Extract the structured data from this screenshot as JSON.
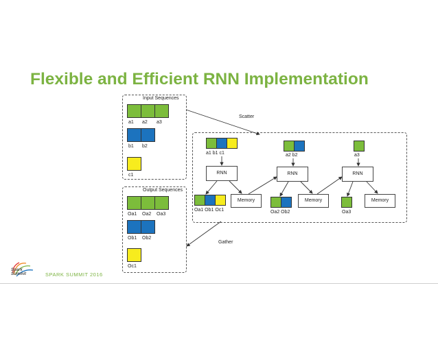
{
  "title": "Flexible and Efficient RNN Implementation",
  "input_panel": {
    "label": "Input Sequences",
    "seq_a": [
      "a1",
      "a2",
      "a3"
    ],
    "seq_b": [
      "b1",
      "b2"
    ],
    "seq_c": [
      "c1"
    ]
  },
  "output_panel": {
    "label": "Output Sequences",
    "seq_a": [
      "Oa1",
      "Oa2",
      "Oa3"
    ],
    "seq_b": [
      "Ob1",
      "Ob2"
    ],
    "seq_c": [
      "Oc1"
    ]
  },
  "scatter_label": "Scatter",
  "gather_label": "Gather",
  "steps": [
    {
      "inputs": "a1  b1  c1",
      "rnn": "RNN",
      "outputs": "Oa1 Ob1 Oc1"
    },
    {
      "inputs": "a2   b2",
      "rnn": "RNN",
      "outputs": "Oa2 Ob2"
    },
    {
      "inputs": "a3",
      "rnn": "RNN",
      "outputs": "Oa3"
    }
  ],
  "memory_label": "Memory",
  "footer": {
    "brand": "SPARK SUMMIT 2016",
    "logo_text": "Spark Summit"
  },
  "colors": {
    "seq_a": "#7cbd3b",
    "seq_b": "#1c73be",
    "seq_c": "#f7ec1e",
    "title": "#7cb342"
  }
}
